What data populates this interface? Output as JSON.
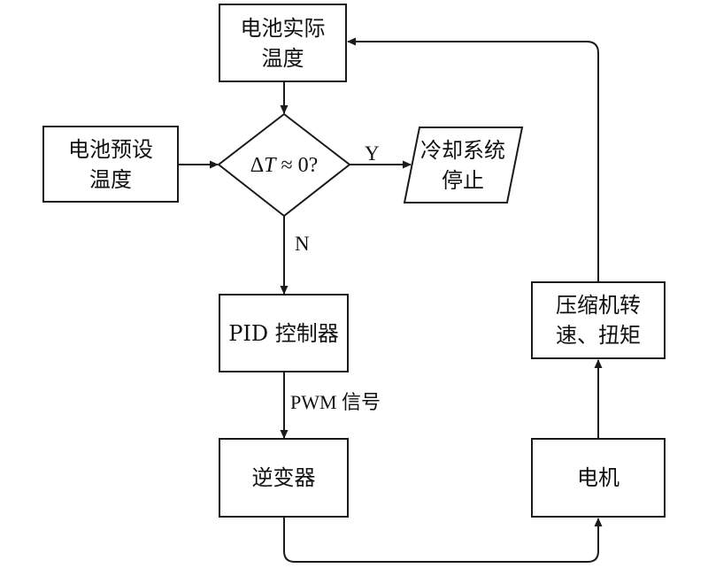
{
  "nodes": {
    "actual_temp": {
      "line1": "电池实际",
      "line2": "温度"
    },
    "preset_temp": {
      "line1": "电池预设",
      "line2": "温度"
    },
    "decision": {
      "prefix": "Δ",
      "var": "T",
      "suffix": " ≈ 0?"
    },
    "cooling_stop": {
      "line1": "冷却系统",
      "line2": "停止"
    },
    "pid": {
      "label": "PID 控制器"
    },
    "inverter": {
      "label": "逆变器"
    },
    "motor": {
      "label": "电机"
    },
    "compressor": {
      "line1": "压缩机转",
      "line2": "速、扭矩"
    }
  },
  "edge_labels": {
    "yes": "Y",
    "no": "N",
    "pwm": "PWM 信号"
  },
  "colors": {
    "stroke": "#1a1a1a",
    "text": "#111111",
    "background": "#ffffff"
  }
}
